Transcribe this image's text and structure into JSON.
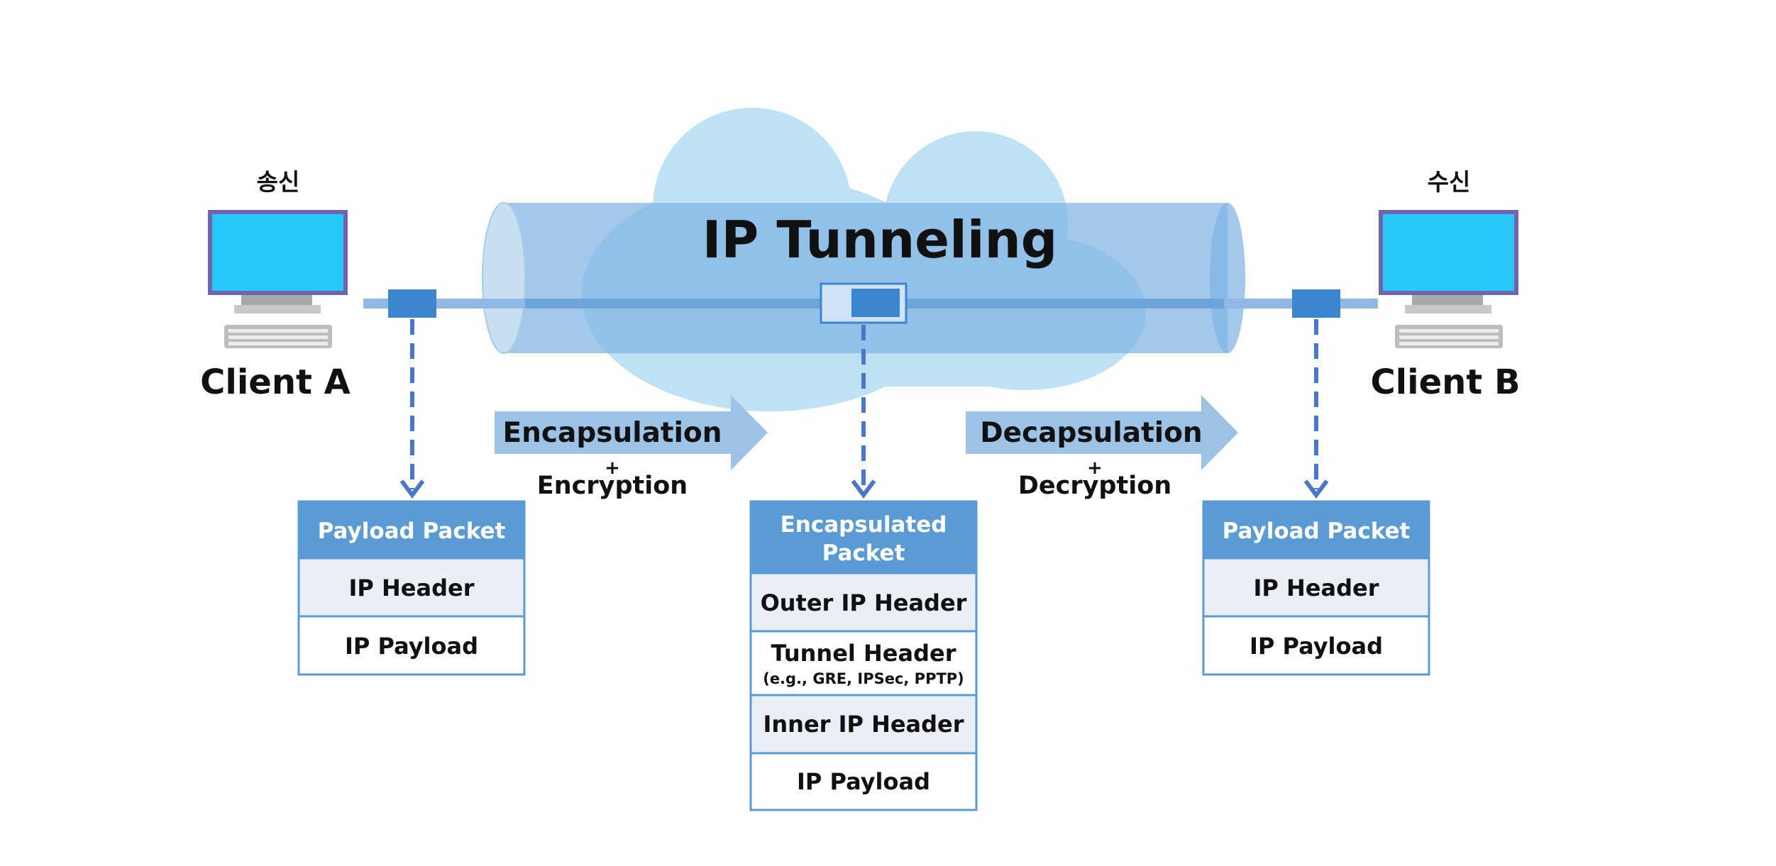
{
  "title": "IP Tunneling",
  "colors": {
    "cloud": "#bfe1f4",
    "tunnel": "#7fb3e3",
    "line": "#8fb9e4",
    "connector": "#3c86d0",
    "dashed": "#4a78c9",
    "arrow": "#9cc3e6",
    "header_fill": "#5b9bd5",
    "row_fill": "#e9eef7",
    "border": "#5b9bd5",
    "monitor_screen": "#27c8f7",
    "monitor_frame": "#6f64ad"
  },
  "sender": {
    "role": "송신",
    "name": "Client A"
  },
  "receiver": {
    "role": "수신",
    "name": "Client B"
  },
  "encapsulation": {
    "label": "Encapsulation",
    "plus": "+",
    "sub": "Encryption"
  },
  "decapsulation": {
    "label": "Decapsulation",
    "plus": "+",
    "sub": "Decryption"
  },
  "left_packet": {
    "header": "Payload Packet",
    "rows": [
      "IP Header",
      "IP Payload"
    ]
  },
  "center_packet": {
    "header_line1": "Encapsulated",
    "header_line2": "Packet",
    "rows": [
      "Outer IP Header",
      "Tunnel Header",
      "Inner IP Header",
      "IP Payload"
    ],
    "tunnel_note": "(e.g., GRE, IPSec, PPTP)"
  },
  "right_packet": {
    "header": "Payload Packet",
    "rows": [
      "IP Header",
      "IP Payload"
    ]
  }
}
